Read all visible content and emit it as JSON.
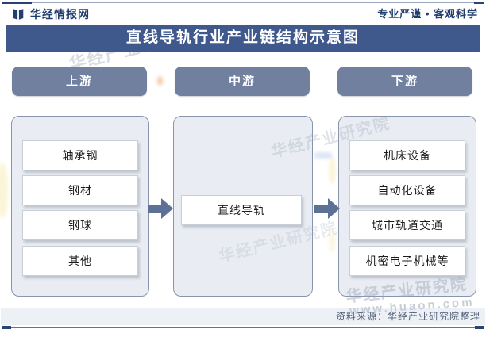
{
  "header": {
    "brand": "华经情报网",
    "slogan": "专业严谨 • 客观科学"
  },
  "banner": {
    "title": "直线导轨行业产业链结构示意图"
  },
  "chain": {
    "upstream": {
      "label": "上游",
      "items": [
        "轴承钢",
        "钢材",
        "钢球",
        "其他"
      ]
    },
    "midstream": {
      "label": "中游",
      "items": [
        "直线导轨"
      ]
    },
    "downstream": {
      "label": "下游",
      "items": [
        "机床设备",
        "自动化设备",
        "城市轨道交通",
        "机密电子机械等"
      ]
    }
  },
  "watermark": {
    "text": "华经产业研究院",
    "url": "www.huaon.com"
  },
  "footer": {
    "source": "资料来源：华经产业研究院整理"
  },
  "icons": {
    "logo": "huajing-book-logo"
  },
  "colors": {
    "banner_bg": "#3F598C",
    "stage_pill_bg": "#72809F",
    "arrow": "#5D7197",
    "panel_bg": "#E9EDF3",
    "panel_border": "#8895AC",
    "accent_navy": "#2A4472",
    "brand_text": "#223E6E",
    "footer_bg": "#EDF0F5"
  }
}
